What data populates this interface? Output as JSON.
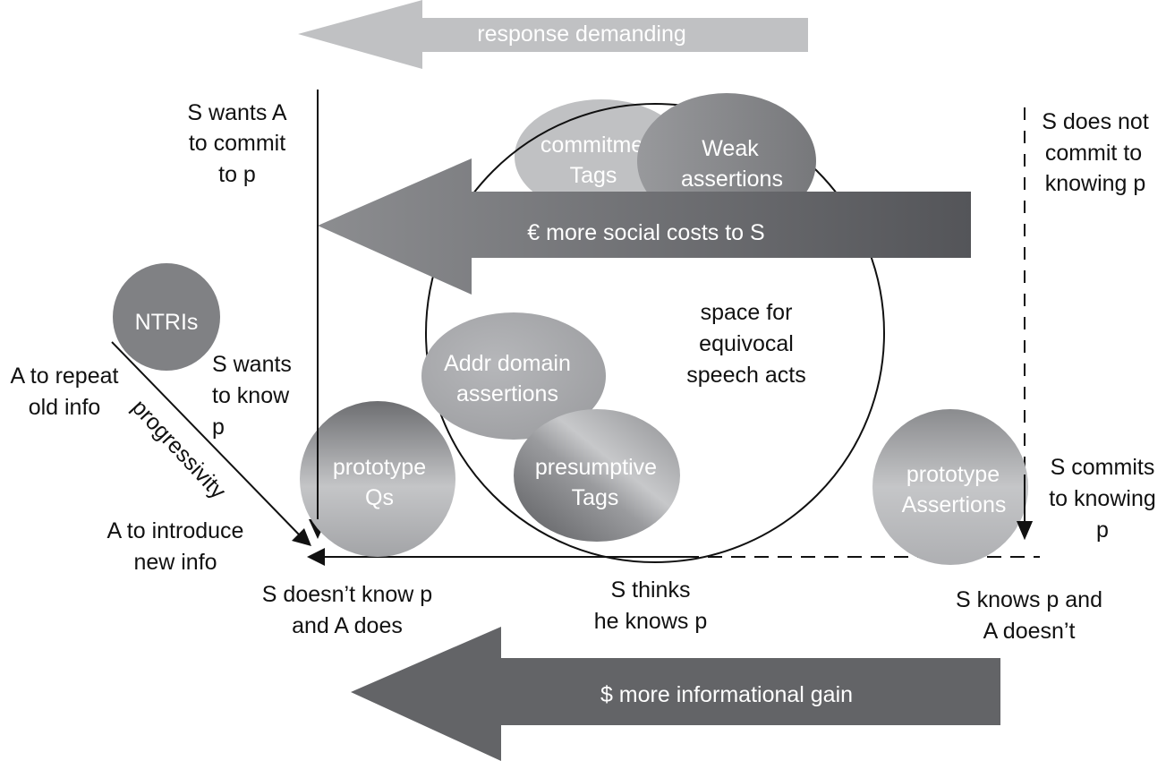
{
  "arrows": {
    "response_demanding": {
      "label": "response demanding",
      "color": "#c0c1c3",
      "text_color": "#f4f4f4"
    },
    "social_costs": {
      "label": "€ more social costs to S",
      "color_start": "#8a8b8e",
      "color_end": "#55565a"
    },
    "informational_gain": {
      "label": "$ more informational gain",
      "color": "#636467"
    }
  },
  "bubbles": {
    "commitment_tags": {
      "lines": [
        "commitment",
        "Tags"
      ]
    },
    "weak_assertions": {
      "lines": [
        "Weak",
        "assertions"
      ]
    },
    "ntris": {
      "lines": [
        "NTRIs"
      ]
    },
    "addr_domain": {
      "lines": [
        "Addr domain",
        "assertions"
      ]
    },
    "presumptive_tags": {
      "lines": [
        "presumptive",
        "Tags"
      ]
    },
    "prototype_qs": {
      "lines": [
        "prototype",
        "Qs"
      ]
    },
    "prototype_assertions": {
      "lines": [
        "prototype",
        "Assertions"
      ]
    }
  },
  "labels": {
    "s_wants_a_commit": [
      "S wants A",
      "to commit",
      "to p"
    ],
    "s_does_not_commit": [
      "S does not",
      "commit to",
      "knowing p"
    ],
    "a_repeat_old": [
      "A to repeat",
      "old info"
    ],
    "s_wants_to_know": [
      "S wants",
      "to know",
      "p"
    ],
    "progressivity": "progressivity",
    "a_introduce_new": [
      "A to introduce",
      "new info"
    ],
    "space_equivocal": [
      "space for",
      "equivocal",
      "speech acts"
    ],
    "s_commits_knowing": [
      "S commits",
      "to knowing",
      "p"
    ],
    "s_doesnt_know": [
      "S doesn’t know p",
      "and A does"
    ],
    "s_thinks": [
      "S thinks",
      "he knows p"
    ],
    "s_knows_a_doesnt": [
      "S knows p and",
      "A doesn’t"
    ]
  }
}
